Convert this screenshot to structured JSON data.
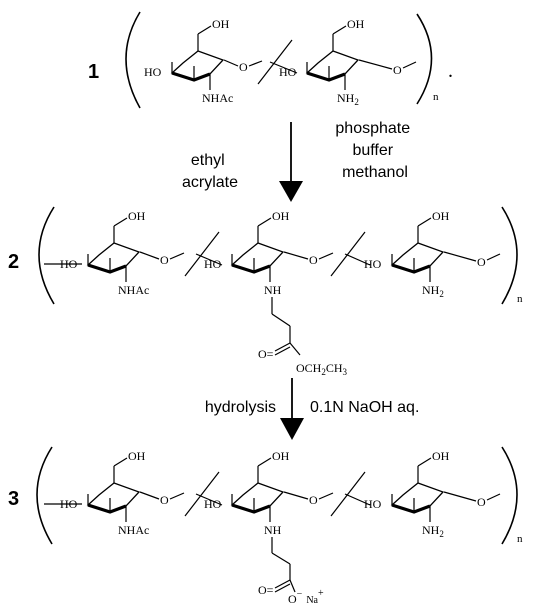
{
  "compounds": [
    {
      "number": "1",
      "trailing_mark": ".",
      "subscript": "n",
      "units": [
        {
          "oh": "OH",
          "ho": "HO",
          "sub": "NHAc",
          "sub2": "",
          "sub_suffix": ""
        },
        {
          "oh": "OH",
          "ho": "HO",
          "sub": "NH",
          "sub2": "2",
          "sub_suffix": ""
        }
      ]
    },
    {
      "number": "2",
      "subscript": "n",
      "units": [
        {
          "oh": "OH",
          "ho": "HO",
          "sub": "NHAc",
          "sub2": "",
          "sub_suffix": ""
        },
        {
          "oh": "OH",
          "ho": "HO",
          "sub": "NH",
          "sub2": "",
          "sub_suffix": ""
        },
        {
          "oh": "OH",
          "ho": "HO",
          "sub": "NH",
          "sub2": "2",
          "sub_suffix": ""
        }
      ],
      "side_chain": {
        "carbonyl": "O=",
        "ester_a": "OCH",
        "ester_s1": "2",
        "ester_b": "CH",
        "ester_s2": "3"
      }
    },
    {
      "number": "3",
      "subscript": "n",
      "units": [
        {
          "oh": "OH",
          "ho": "HO",
          "sub": "NHAc",
          "sub2": "",
          "sub_suffix": ""
        },
        {
          "oh": "OH",
          "ho": "HO",
          "sub": "NH",
          "sub2": "",
          "sub_suffix": ""
        },
        {
          "oh": "OH",
          "ho": "HO",
          "sub": "NH",
          "sub2": "2",
          "sub_suffix": ""
        }
      ],
      "side_chain": {
        "carbonyl": "O=",
        "anion": "O",
        "anion_charge": "−",
        "cation": "Na",
        "cation_charge": "+"
      }
    }
  ],
  "glyco_bridge": "O",
  "steps": [
    {
      "left": [
        "ethyl",
        "acrylate"
      ],
      "right": [
        "phosphate",
        "buffer",
        "methanol"
      ]
    },
    {
      "left": [
        "hydrolysis"
      ],
      "right": [
        "0.1N NaOH aq."
      ]
    }
  ],
  "colors": {
    "ink": "#000000",
    "background": "#ffffff"
  }
}
